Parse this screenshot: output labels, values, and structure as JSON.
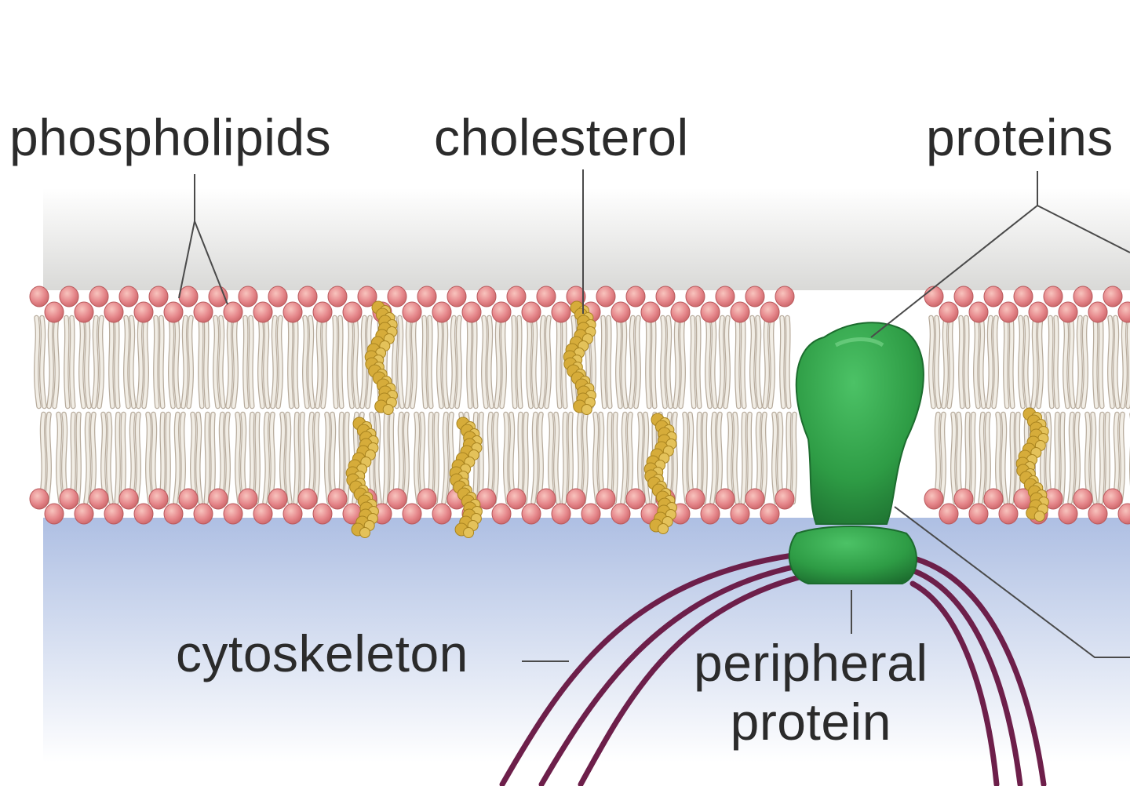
{
  "labels": {
    "phospholipids": "phospholipids",
    "cholesterol": "cholesterol",
    "proteins": "proteins",
    "cytoskeleton": "cytoskeleton",
    "peripheral_line1": "peripheral",
    "peripheral_line2": "protein"
  },
  "colors": {
    "head": "#e7888a",
    "head_highlight": "#f6b9b4",
    "tail": "#f1ede5",
    "tail_outline": "#b7ab9c",
    "cholesterol": "#d6ac3a",
    "protein": "#2e9c45",
    "protein_dark": "#1f7a33",
    "cytoskeleton": "#6d1f4a",
    "upper_bg": "#dededc",
    "lower_bg": "#b7c6e6",
    "leader": "#4a4a4a"
  }
}
